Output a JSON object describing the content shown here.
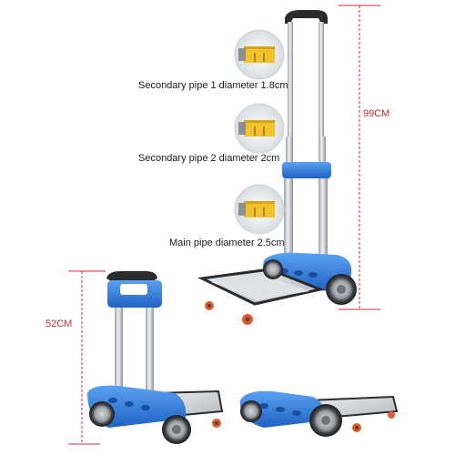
{
  "annotations": {
    "secondary_pipe_1": "Secondary pipe 1 diameter 1.8cm",
    "secondary_pipe_2": "Secondary pipe 2 diameter 2cm",
    "main_pipe": "Main pipe diameter 2.5cm"
  },
  "dimensions": {
    "extended_height": "99CM",
    "folded_height": "52CM"
  },
  "colors": {
    "accent_blue": "#2f7ee0",
    "dimension_red": "#d2283a",
    "tape_yellow": "#f2c22a"
  }
}
